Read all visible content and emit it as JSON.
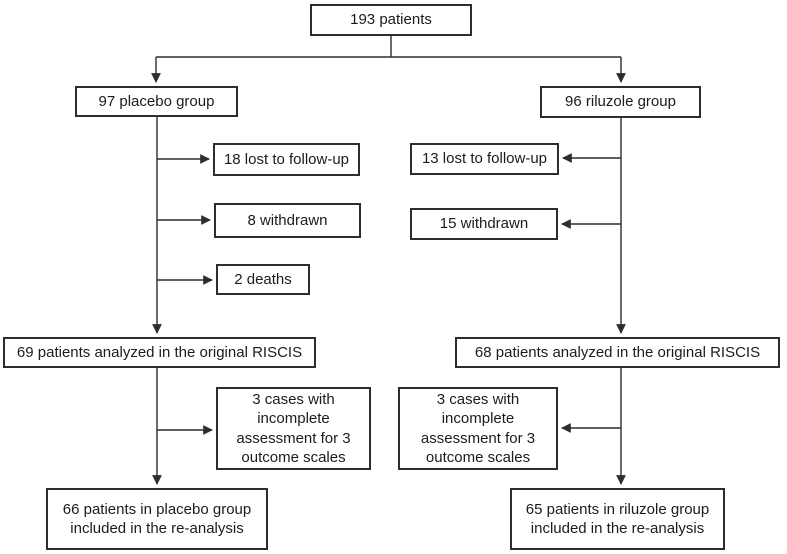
{
  "diagram": {
    "type": "flowchart",
    "description": "Patient enrollment and analysis flow",
    "nodes": {
      "total": "193 patients",
      "placebo_group": "97 placebo group",
      "riluzole_group": "96 riluzole group",
      "placebo_lost_followup": "18 lost to follow-up",
      "placebo_withdrawn": "8 withdrawn",
      "placebo_deaths": "2 deaths",
      "riluzole_lost_followup": "13 lost to follow-up",
      "riluzole_withdrawn": "15 withdrawn",
      "placebo_analyzed": "69 patients analyzed in the original RISCIS",
      "riluzole_analyzed": "68 patients analyzed in the original RISCIS",
      "placebo_incomplete": [
        "3 cases with",
        "incomplete",
        "assessment for 3",
        "outcome scales"
      ],
      "riluzole_incomplete": [
        "3 cases with",
        "incomplete",
        "assessment for 3",
        "outcome scales"
      ],
      "placebo_final": [
        "66 patients in placebo group",
        "included in the re-analysis"
      ],
      "riluzole_final": [
        "65 patients in riluzole group",
        "included in the re-analysis"
      ]
    },
    "colors": {
      "box_border": "#2d2d2d",
      "box_fill": "#ffffff",
      "line": "#2d2d2d",
      "text": "#1c1c1c",
      "background": "#ffffff"
    }
  }
}
